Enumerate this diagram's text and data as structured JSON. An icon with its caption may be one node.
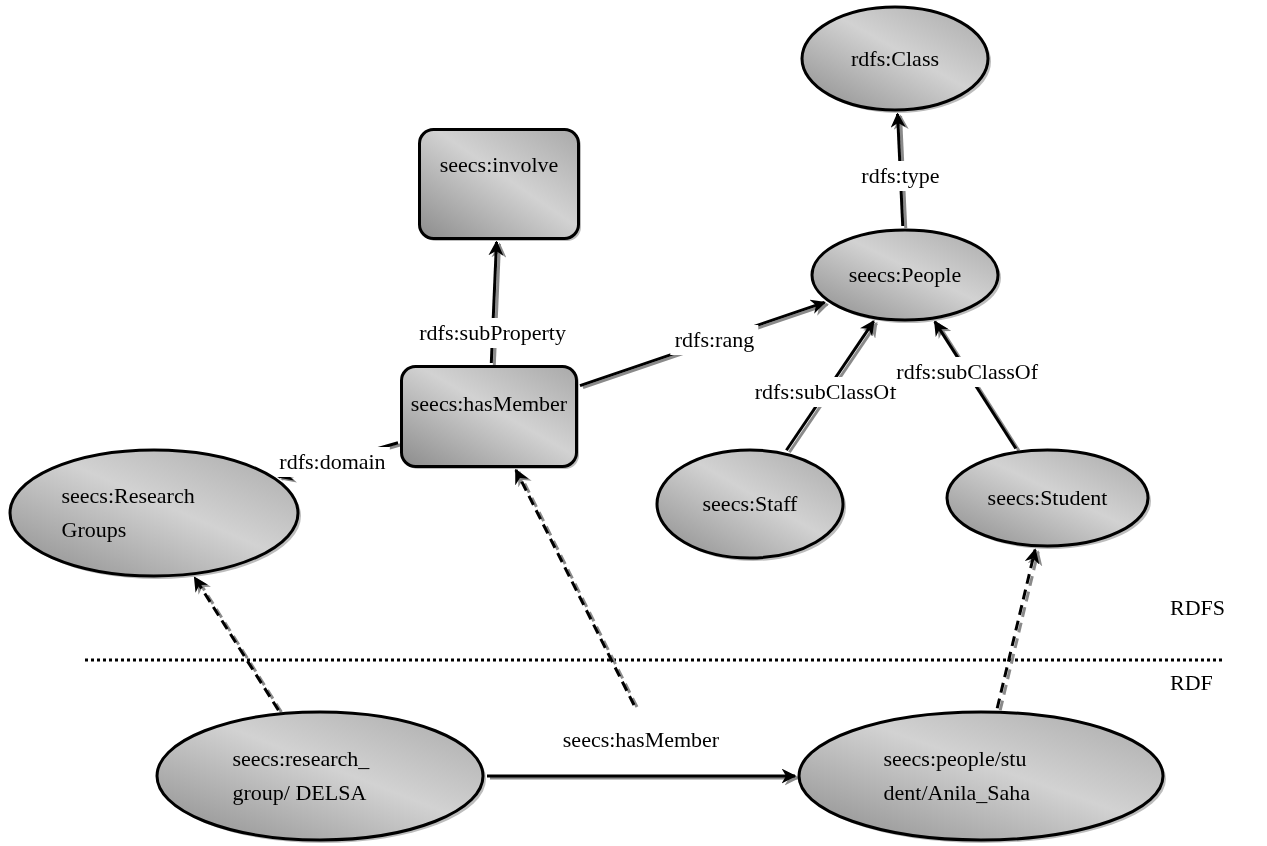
{
  "diagram": {
    "nodes": [
      {
        "text": [
          "rdfs:Class"
        ]
      },
      {
        "text": [
          "seecs:involve"
        ]
      },
      {
        "text": [
          "seecs:People"
        ]
      },
      {
        "text": [
          "seecs:hasMember"
        ]
      },
      {
        "text": [
          "seecs:Research Groups"
        ]
      },
      {
        "text": [
          "seecs:Staff"
        ]
      },
      {
        "text": [
          "seecs:Student"
        ]
      },
      {
        "text": [
          "seecs:research_ group/ DELSA"
        ]
      },
      {
        "text": [
          "seecs:people/stu dent/Anila_Saha"
        ]
      }
    ],
    "edges": [
      {
        "from": 2,
        "to": 0,
        "arrow": "to",
        "label": "rdfs:type"
      },
      {
        "from": 3,
        "to": 1,
        "arrow": "to",
        "label": "rdfs:subProperty"
      },
      {
        "from": 3,
        "to": 2,
        "arrow": "to",
        "label": "rdfs:rang"
      },
      {
        "from": 3,
        "to": 4,
        "arrow": "to",
        "label": "rdfs:domain"
      },
      {
        "from": 5,
        "to": 2,
        "arrow": "to",
        "label": "rdfs:subClassOf"
      },
      {
        "from": 6,
        "to": 2,
        "arrow": "to",
        "label": "rdfs:subClassOf"
      },
      {
        "from": 7,
        "to": 4,
        "arrow": "to",
        "style": "dashed"
      },
      {
        "from": null,
        "to": 3,
        "arrow": "to",
        "style": "dashed"
      },
      {
        "from": 8,
        "to": 6,
        "arrow": "to",
        "style": "dashed"
      },
      {
        "from": 7,
        "to": 8,
        "arrow": "to",
        "label": "seecs:hasMember"
      }
    ],
    "labels": [
      "RDFS",
      "RDF"
    ]
  }
}
